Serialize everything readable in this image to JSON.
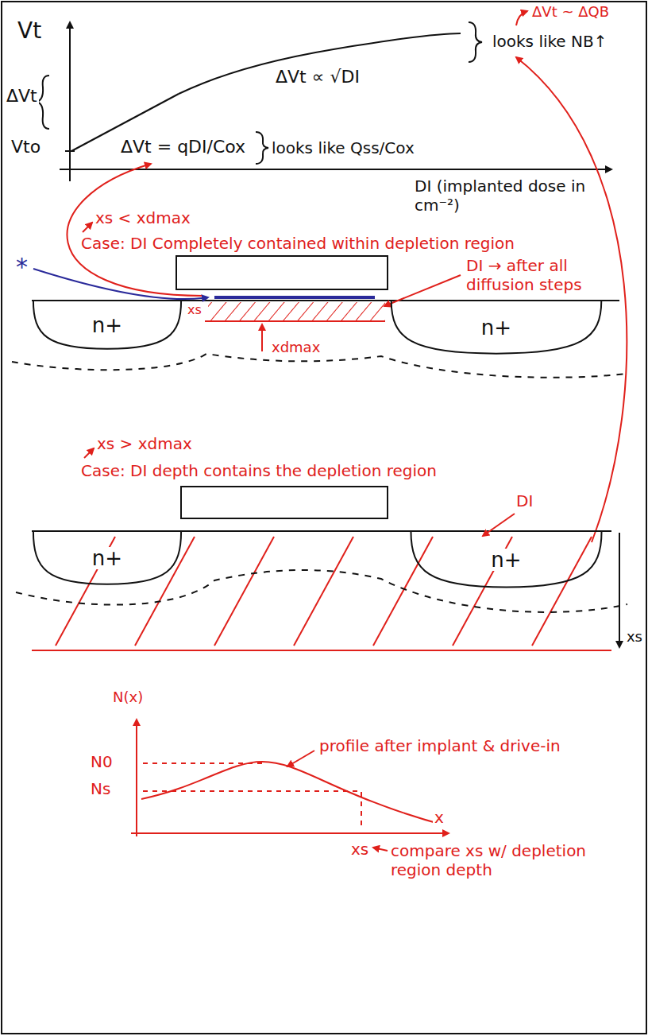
{
  "diagram": {
    "nodes": [
      {
        "text": [
          "n+"
        ]
      },
      {
        "text": [
          "n+"
        ]
      },
      {
        "text": [
          "n+"
        ]
      },
      {
        "text": [
          "n+"
        ]
      }
    ],
    "labels": [
      "Vt",
      "ΔVt",
      "Vto",
      "ΔVt ∝ √DI",
      "looks like NB↑",
      "ΔVt ~ ΔQB",
      "ΔVt = qDI/Cox",
      "looks like Qss/Cox",
      "DI (implanted dose in cm⁻²)",
      "xs < xdmax",
      "Case: DI Completely contained within depletion region",
      "*",
      "xs",
      "DI → after all diffusion steps",
      "xdmax",
      "xs > xdmax",
      "Case: DI depth contains the depletion region",
      "DI",
      "xs",
      "N(x)",
      "N0",
      "Ns",
      "profile after implant & drive-in",
      "x",
      "xs",
      "compare xs w/ depletion region depth"
    ]
  }
}
